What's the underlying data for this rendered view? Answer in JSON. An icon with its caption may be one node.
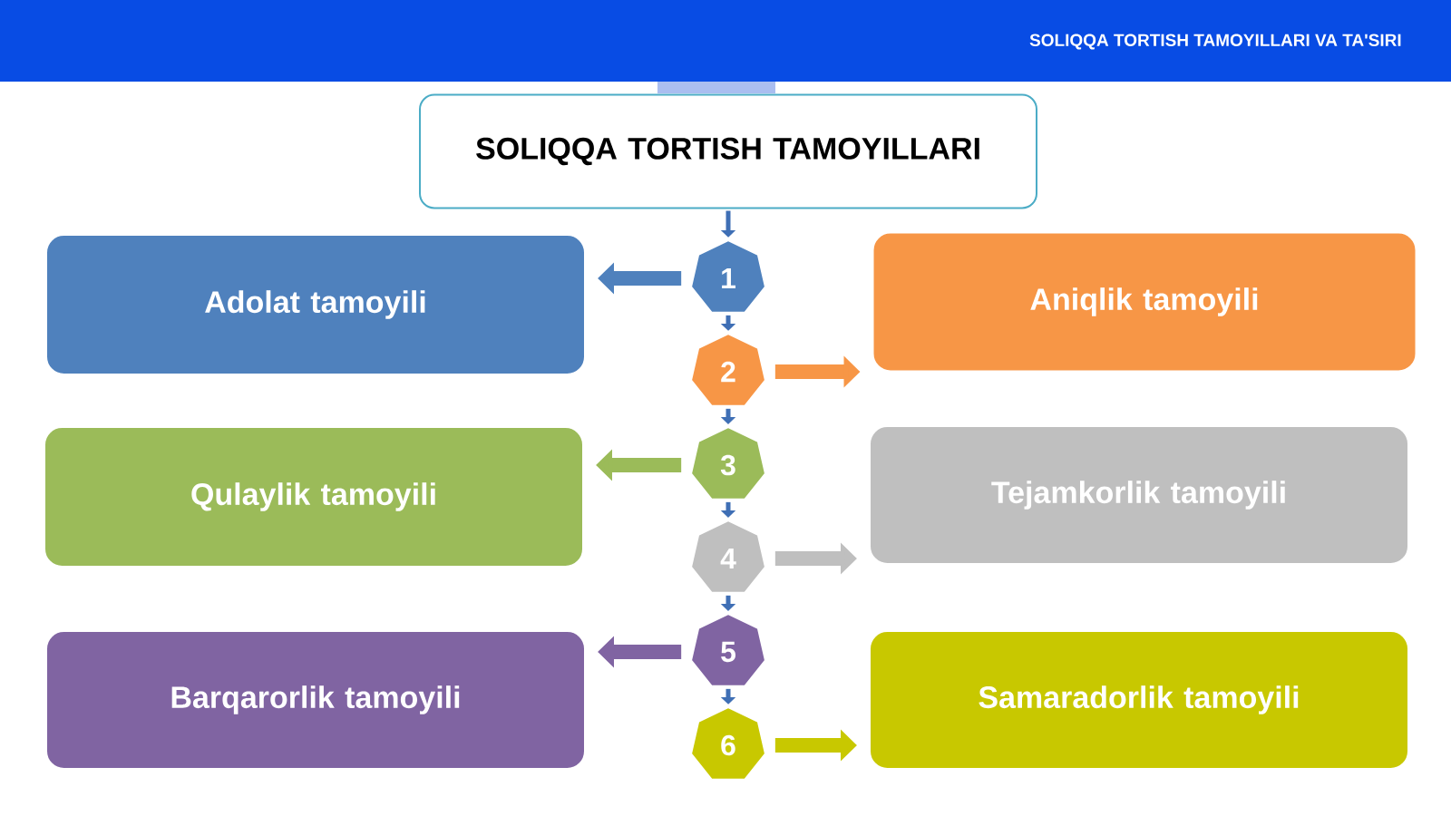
{
  "diagram": {
    "title": "SOLIQQA TORTISH TAMOYILLARI VA TA'SIRI",
    "nodes": [
      {
        "text": [
          "SOLIQQA TORTISH TAMOYILLARI"
        ]
      },
      {
        "text": [
          "1"
        ]
      },
      {
        "text": [
          "Adolat tamoyili"
        ]
      },
      {
        "text": [
          "2"
        ]
      },
      {
        "text": [
          "Aniqlik tamoyili"
        ]
      },
      {
        "text": [
          "3"
        ]
      },
      {
        "text": [
          "Qulaylik tamoyili"
        ]
      },
      {
        "text": [
          "4"
        ]
      },
      {
        "text": [
          "Tejamkorlik tamoyili"
        ]
      },
      {
        "text": [
          "5"
        ]
      },
      {
        "text": [
          "Barqarorlik tamoyili"
        ]
      },
      {
        "text": [
          "6"
        ]
      },
      {
        "text": [
          "Samaradorlik tamoyili"
        ]
      }
    ],
    "edges": [
      {
        "from": 0,
        "to": 1,
        "arrow": "to"
      },
      {
        "from": 1,
        "to": 3,
        "arrow": "to"
      },
      {
        "from": 3,
        "to": 5,
        "arrow": "to"
      },
      {
        "from": 5,
        "to": 7,
        "arrow": "to"
      },
      {
        "from": 7,
        "to": 9,
        "arrow": "to"
      },
      {
        "from": 9,
        "to": 11,
        "arrow": "to"
      },
      {
        "from": 1,
        "to": 2,
        "arrow": "to",
        "style": "thick",
        "color": "#4f81bd"
      },
      {
        "from": 3,
        "to": 4,
        "arrow": "to",
        "style": "thick",
        "color": "#f79646"
      },
      {
        "from": 5,
        "to": 6,
        "arrow": "to",
        "style": "thick",
        "color": "#9bbb59"
      },
      {
        "from": 7,
        "to": 8,
        "arrow": "to",
        "style": "thick",
        "color": "#bfbfbf"
      },
      {
        "from": 9,
        "to": 10,
        "arrow": "to",
        "style": "thick",
        "color": "#8064a2"
      },
      {
        "from": 11,
        "to": 12,
        "arrow": "to",
        "style": "thick",
        "color": "#c8c800"
      }
    ]
  }
}
